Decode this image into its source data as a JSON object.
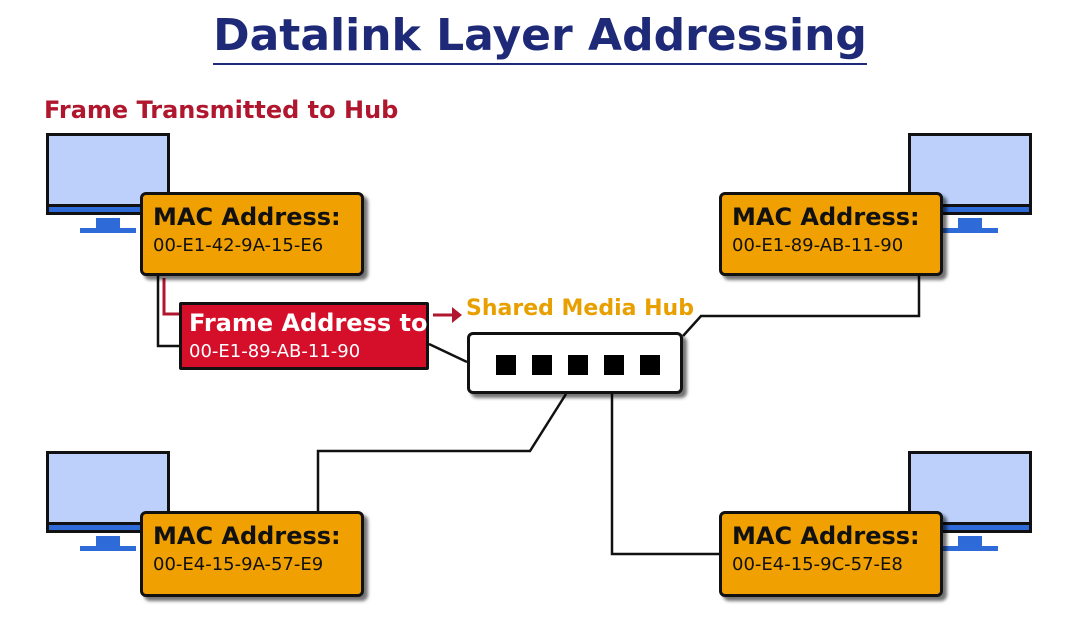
{
  "title": "Datalink Layer Addressing",
  "subtitle": "Frame Transmitted to Hub",
  "mac_heading": "MAC Address:",
  "nodes": [
    {
      "mac": "00-E1-42-9A-15-E6"
    },
    {
      "mac": "00-E1-89-AB-11-90"
    },
    {
      "mac": "00-E4-15-9A-57-E9"
    },
    {
      "mac": "00-E4-15-9C-57-E8"
    }
  ],
  "frame": {
    "heading": "Frame Address to:",
    "address": "00-E1-89-AB-11-90"
  },
  "hub": {
    "label": "Shared Media Hub",
    "ports": 5
  },
  "colors": {
    "title": "#1e2a78",
    "subtitle": "#b0172e",
    "mac_box": "#f0a000",
    "frame_box": "#d50f2a",
    "hub_label": "#e8a000",
    "monitor_screen": "#bcd0fb",
    "monitor_stand": "#2e6bd8"
  }
}
